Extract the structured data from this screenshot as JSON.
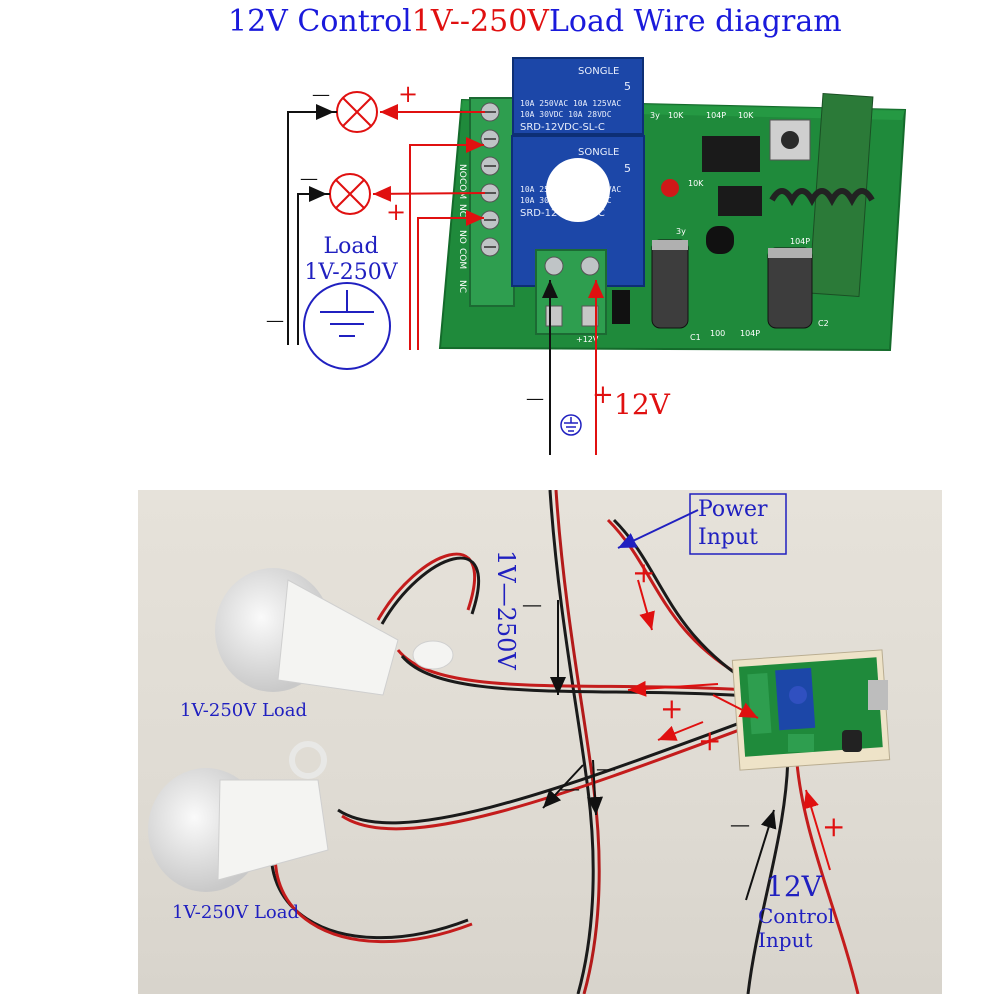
{
  "title": {
    "part1": "12V Control",
    "part2": "1V--250V",
    "part3": "Load Wire diagram",
    "color_blue": "#1a1adb",
    "color_red": "#e01010"
  },
  "top_diagram": {
    "load_label_line1": "Load",
    "load_label_line2": "1V-250V",
    "minus_sign": "—",
    "plus_sign": "+",
    "supply_minus": "—",
    "supply_plus": "+",
    "supply_voltage": "12V",
    "relay1": {
      "brand": "SONGLE",
      "rating1": "10A 250VAC  10A 125VAC",
      "rating2": "10A 30VDC  10A 28VDC",
      "model": "SRD-12VDC-SL-C",
      "num": "5"
    },
    "relay2": {
      "brand": "SONGLE",
      "rating1": "10A 250VAC 10A 125VAC",
      "rating2": "10A 30VDC 10A 28VDC",
      "model": "SRD-12VDC-SL-C",
      "num": "5"
    },
    "pcb_terminal_labels": [
      "NO",
      "COM",
      "NC",
      "NO",
      "COM",
      "NC"
    ],
    "pcb_marks": [
      "10K",
      "104P",
      "10K",
      "10K",
      "104P",
      "100",
      "104P",
      "C1",
      "C2",
      "+12V",
      "3y",
      "3y"
    ]
  },
  "bottom_photo": {
    "power_input_line1": "Power",
    "power_input_line2": "Input",
    "vertical_voltage": "1V—250V",
    "bulb1_label": "1V-250V Load",
    "bulb2_label": "1V-250V Load",
    "control_voltage": "12V",
    "control_line1": "Control",
    "control_line2": "Input",
    "plus": "+",
    "minus": "—"
  }
}
